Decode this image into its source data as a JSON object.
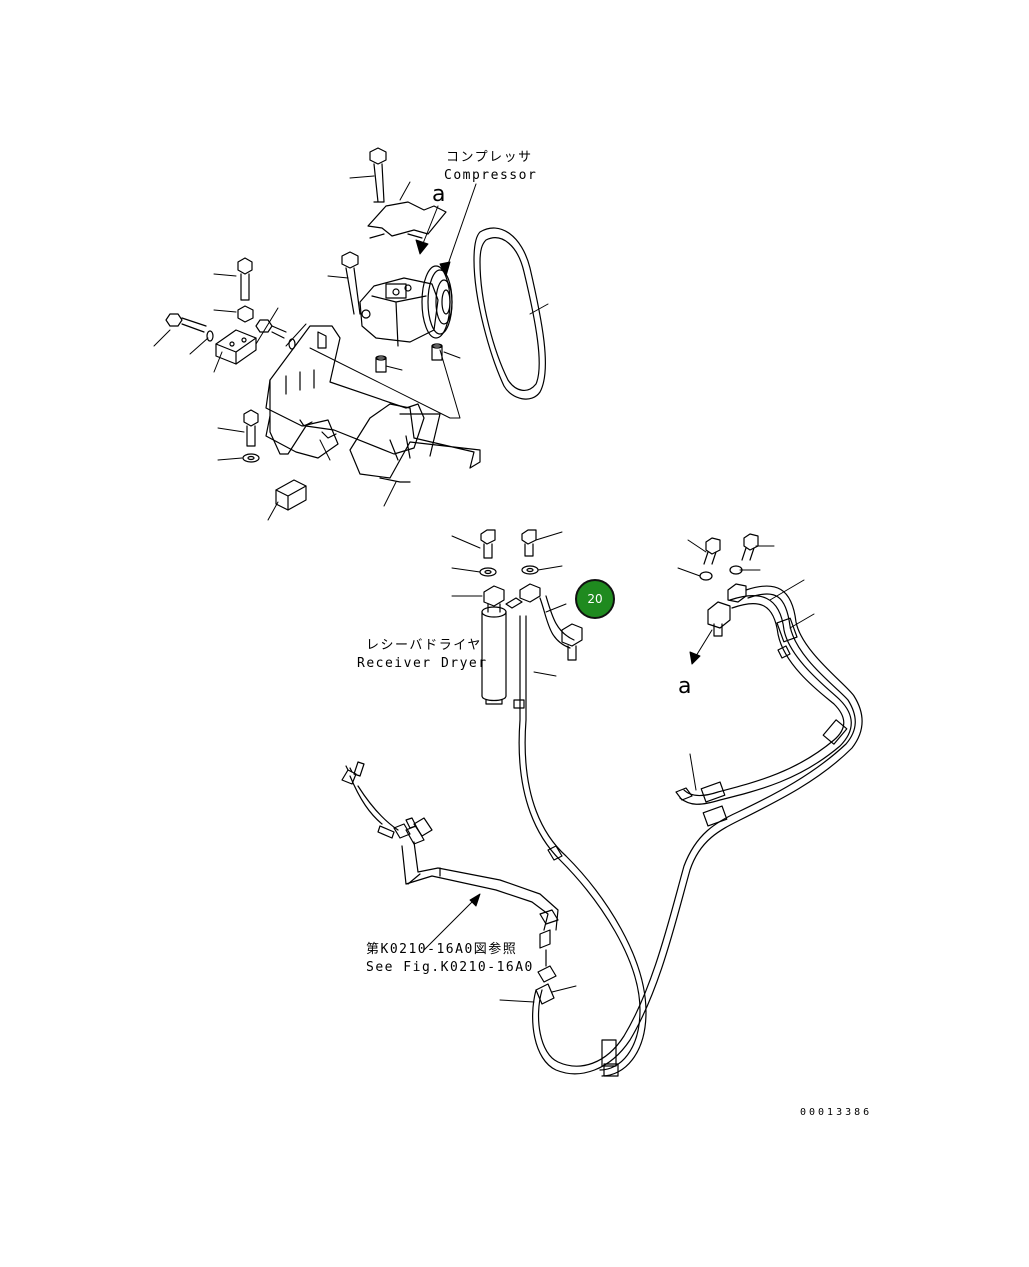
{
  "labels": {
    "compressor_jp": "コンプレッサ",
    "compressor_en": "Compressor",
    "receiver_dryer_jp": "レシーバドライヤ",
    "receiver_dryer_en": "Receiver Dryer",
    "see_fig_jp": "第K0210-16A0図参照",
    "see_fig_en": "See Fig.K0210-16A0",
    "ref_a_top": "a",
    "ref_a_right": "a"
  },
  "callout": {
    "number": "20",
    "color": "#1f8a1f"
  },
  "drawing_number": "00013386"
}
